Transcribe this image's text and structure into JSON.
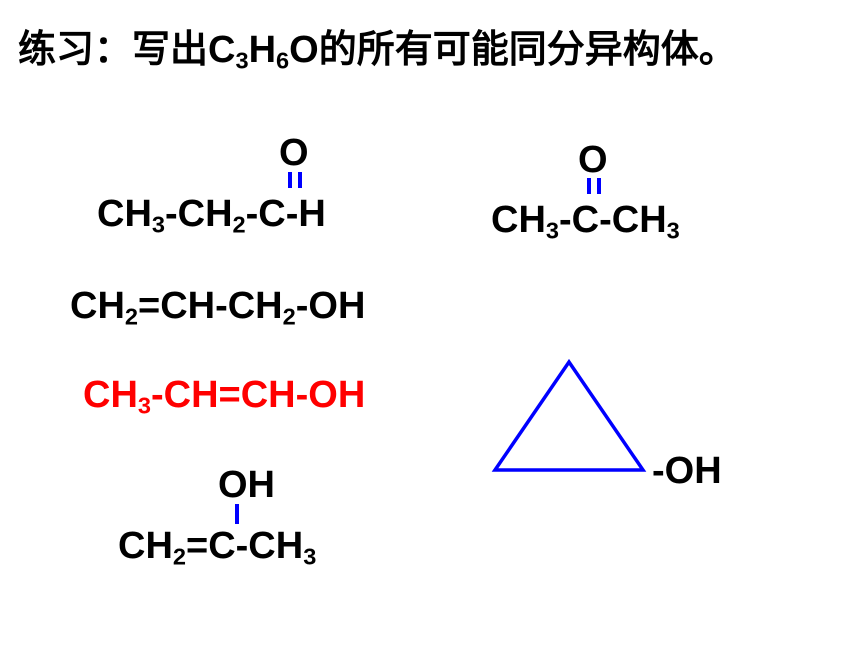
{
  "title": {
    "prefix": "练习：写出",
    "c": "C",
    "c_n": "3",
    "h": "H",
    "h_n": "6",
    "o": "O",
    "suffix": "的所有可能同分异构体。"
  },
  "propanal": {
    "o": "O",
    "ch": "CH",
    "n1": "3",
    "ch2": "-CH",
    "n2": "2",
    "rest": "-C-H"
  },
  "acetone": {
    "o": "O",
    "ch": "CH",
    "n1": "3",
    "mid": "-C-CH",
    "n2": "3"
  },
  "allyl_alcohol": {
    "ch": "CH",
    "n1": "2",
    "rest1": "=CH-CH",
    "n2": "2",
    "rest2": "-OH"
  },
  "enol": {
    "ch": "CH",
    "n1": "3",
    "rest": "-CH=CH-OH"
  },
  "cyclopropanol": {
    "oh": "-OH"
  },
  "propenol": {
    "oh": "OH",
    "ch": "CH",
    "n1": "2",
    "mid": "=C-CH",
    "n2": "3"
  },
  "colors": {
    "text": "#000000",
    "highlight": "#ff0000",
    "bond": "#0000ff"
  }
}
